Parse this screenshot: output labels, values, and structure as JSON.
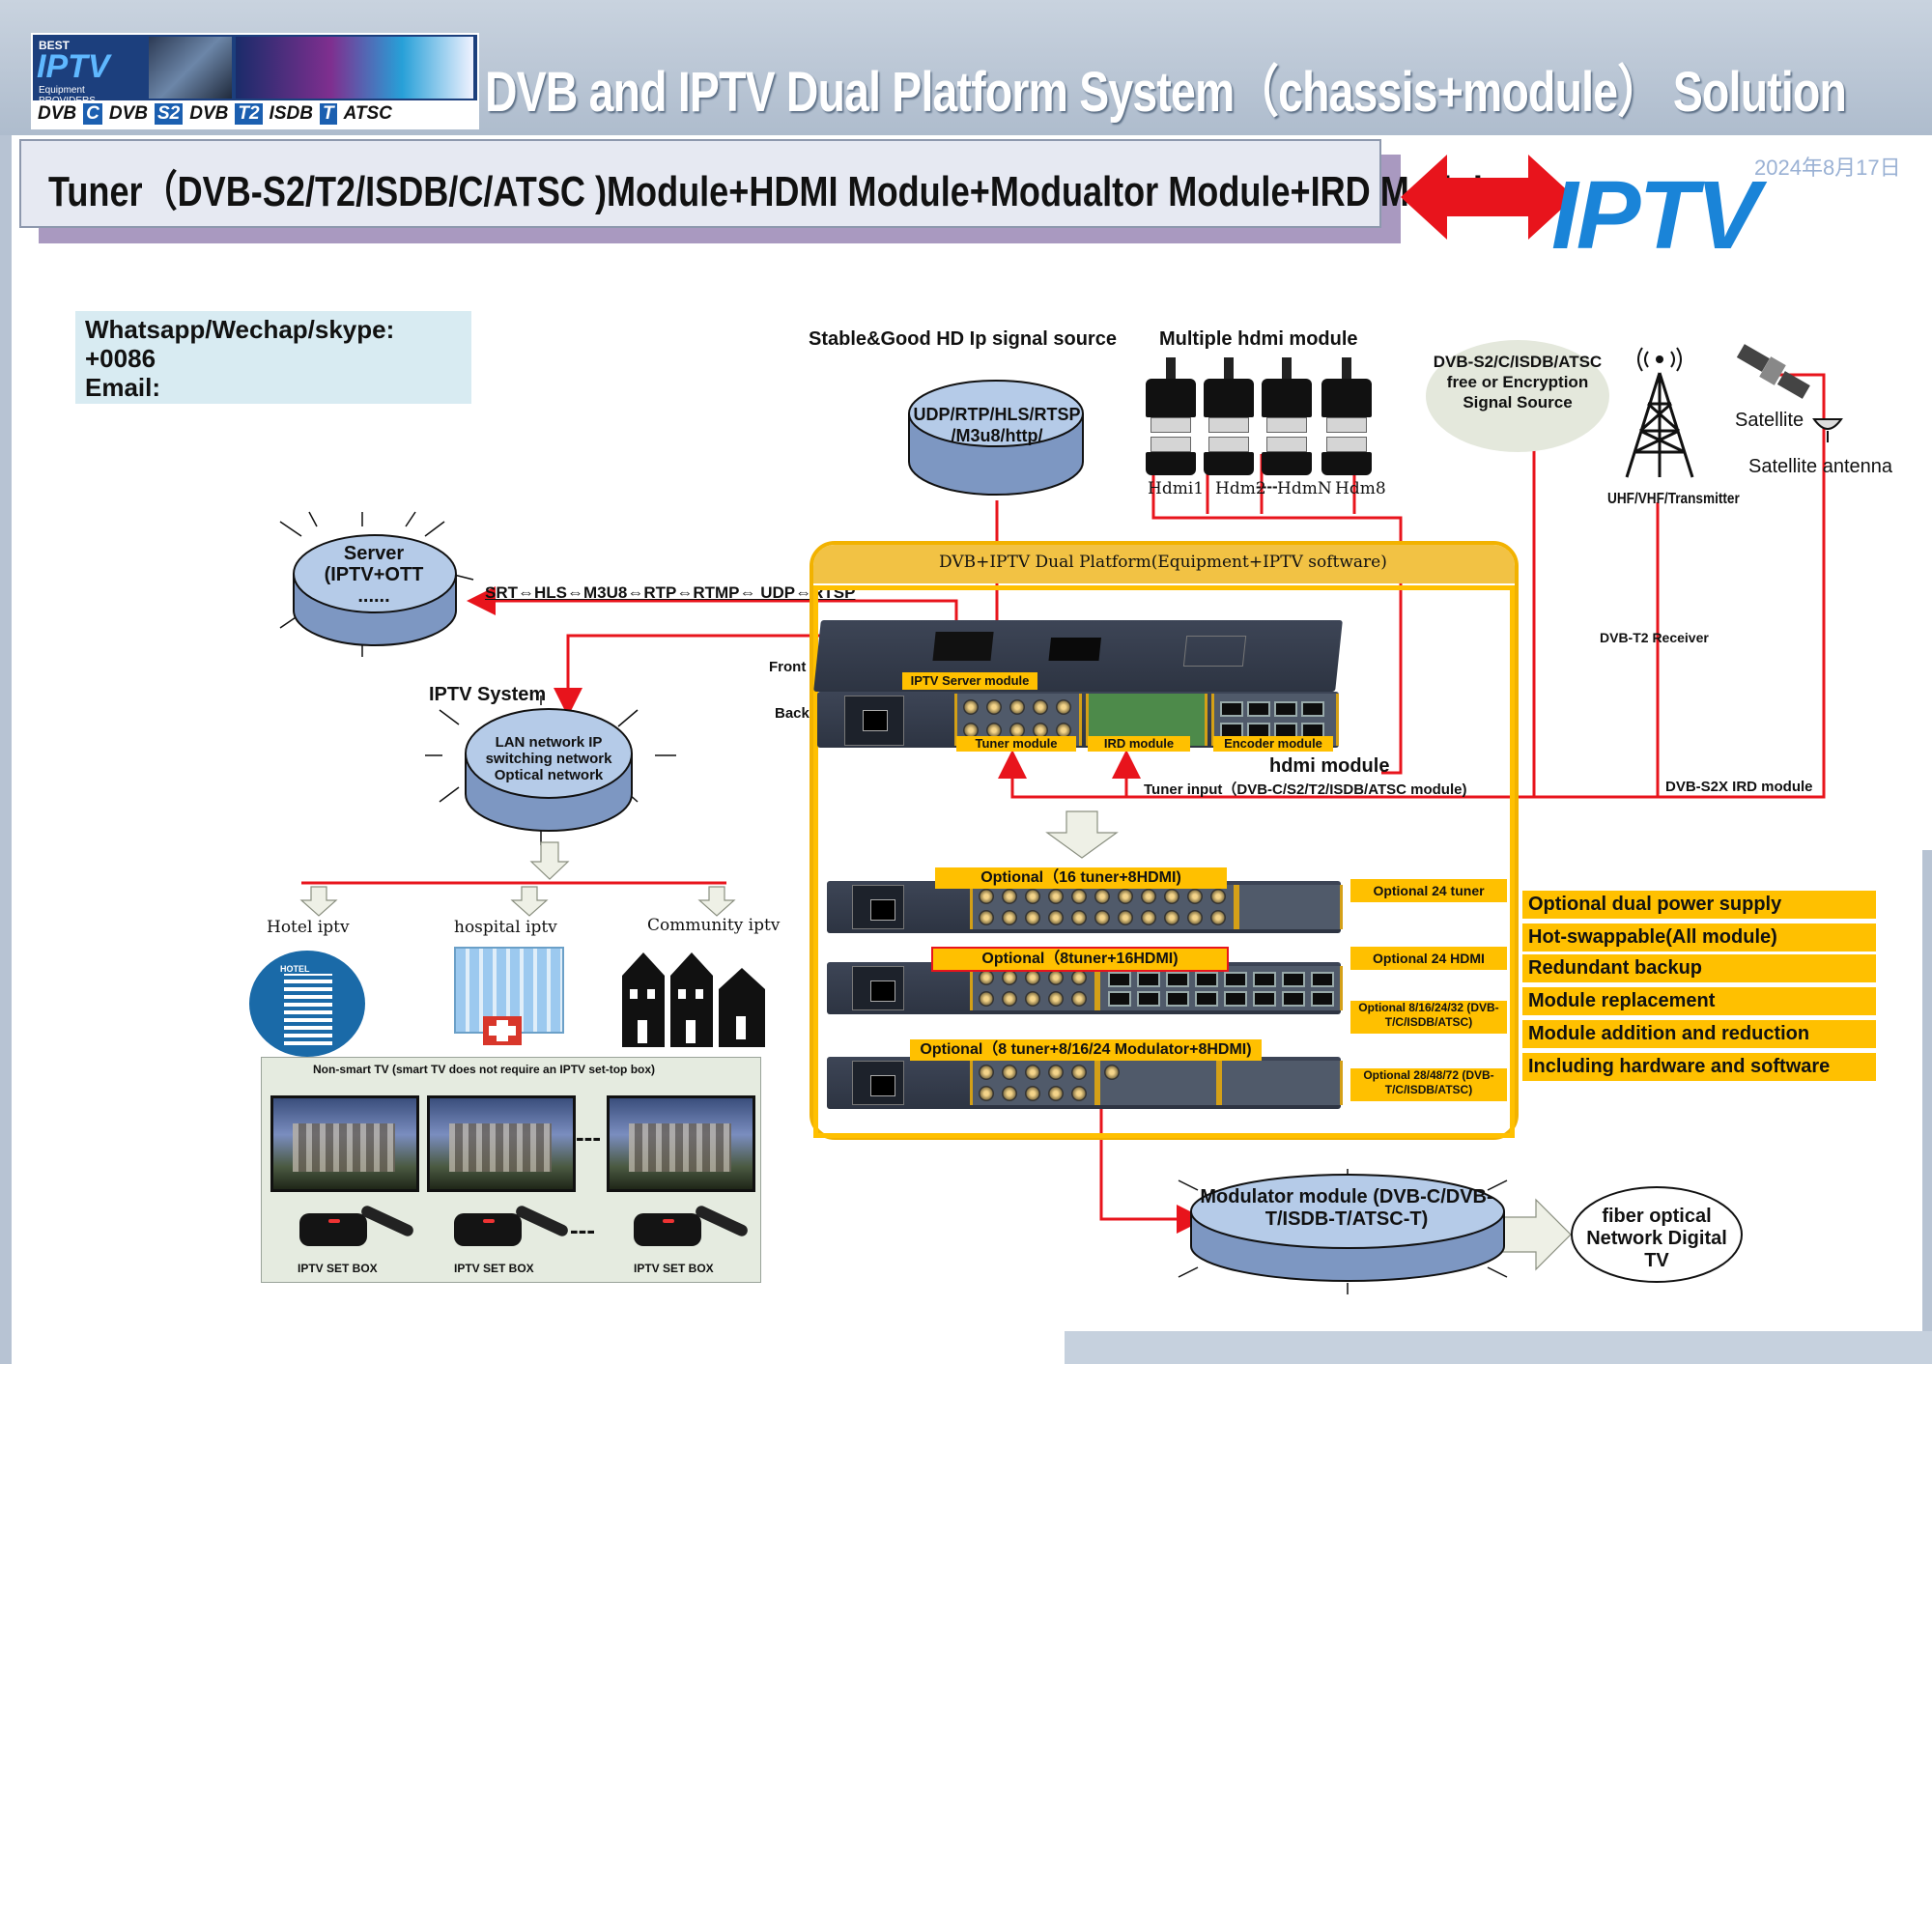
{
  "header": {
    "title": "DVB and IPTV Dual Platform System（chassis+module） Solution",
    "subtitle": "Tuner（DVB-S2/T2/ISDB/C/ATSC )Module+HDMI Module+Modualtor Module+IRD Module",
    "iptv_logo": "IPTV",
    "date": "2024年8月17日",
    "logo": {
      "best": "BEST",
      "iptv": "IPTV",
      "sub": "Equipment PROVIDERS",
      "standards": [
        "DVB",
        "C",
        "DVB",
        "S2",
        "DVB",
        "T2",
        "ISDB",
        "T",
        "ATSC"
      ]
    }
  },
  "contact": {
    "line1": "Whatsapp/Wechap/skype:",
    "line2": "+0086",
    "line3": "Email:"
  },
  "sources": {
    "ip_source_title": "Stable&Good HD Ip signal source",
    "ip_source_disc": "UDP/RTP/HLS/RTSP /M3u8/http/",
    "hdmi_title": "Multiple hdmi module",
    "hdmi_labels": [
      "Hdmi1",
      "Hdm2",
      "HdmN",
      "Hdm8"
    ],
    "dvb_source": "DVB-S2/C/ISDB/ATSC free or Encryption Signal Source",
    "transmitter": "UHF/VHF/Transmitter",
    "satellite": "Satellite",
    "satellite_antenna": "Satellite antenna",
    "dvbt2_receiver": "DVB-T2 Receiver",
    "dvbs2x_ird": "DVB-S2X IRD module"
  },
  "server": {
    "title": "Server (IPTV+OTT ......",
    "protocols": "SRT⇔HLS⇔M3U8⇔RTP⇔RTMP⇔ UDP⇔RTSP"
  },
  "iptv_system": {
    "title": "IPTV System",
    "disc": "LAN network IP switching network Optical network",
    "branches": [
      "Hotel iptv",
      "hospital iptv",
      "Community iptv"
    ],
    "hotel_sign": "HOTEL",
    "tv_note": "Non-smart TV (smart TV does not require an IPTV set-top box)",
    "stb_label": "IPTV SET BOX"
  },
  "platform": {
    "title": "DVB+IPTV Dual Platform(Equipment+IPTV software)",
    "front": "Front",
    "back": "Back",
    "iptv_server_module": "IPTV Server module",
    "tuner_module": "Tuner module",
    "ird_module": "IRD module",
    "encoder_module": "Encoder module",
    "hdmi_module": "hdmi module",
    "tuner_input": "Tuner input（DVB-C/S2/T2/ISDB/ATSC module)",
    "options": [
      "Optional（16 tuner+8HDMI)",
      "Optional（8tuner+16HDMI)",
      "Optional（8 tuner+8/16/24 Modulator+8HDMI)"
    ],
    "side_options": [
      "Optional 24 tuner",
      "Optional 24 HDMI",
      "Optional 8/16/24/32 (DVB-T/C/ISDB/ATSC)",
      "Optional 28/48/72 (DVB-T/C/ISDB/ATSC)"
    ]
  },
  "features": [
    "Optional dual power supply",
    "Hot-swappable(All module)",
    "Redundant backup",
    "Module replacement",
    "Module addition and reduction",
    "Including hardware and software"
  ],
  "modulator": {
    "disc": "Modulator module (DVB-C/DVB-T/ISDB-T/ATSC-T)",
    "output": "fiber optical Network Digital TV"
  },
  "colors": {
    "accent_red": "#e8141c",
    "highlight_yellow": "#ffc000",
    "disc_blue": "#a9c4e6",
    "platform_border": "#f2b200"
  }
}
